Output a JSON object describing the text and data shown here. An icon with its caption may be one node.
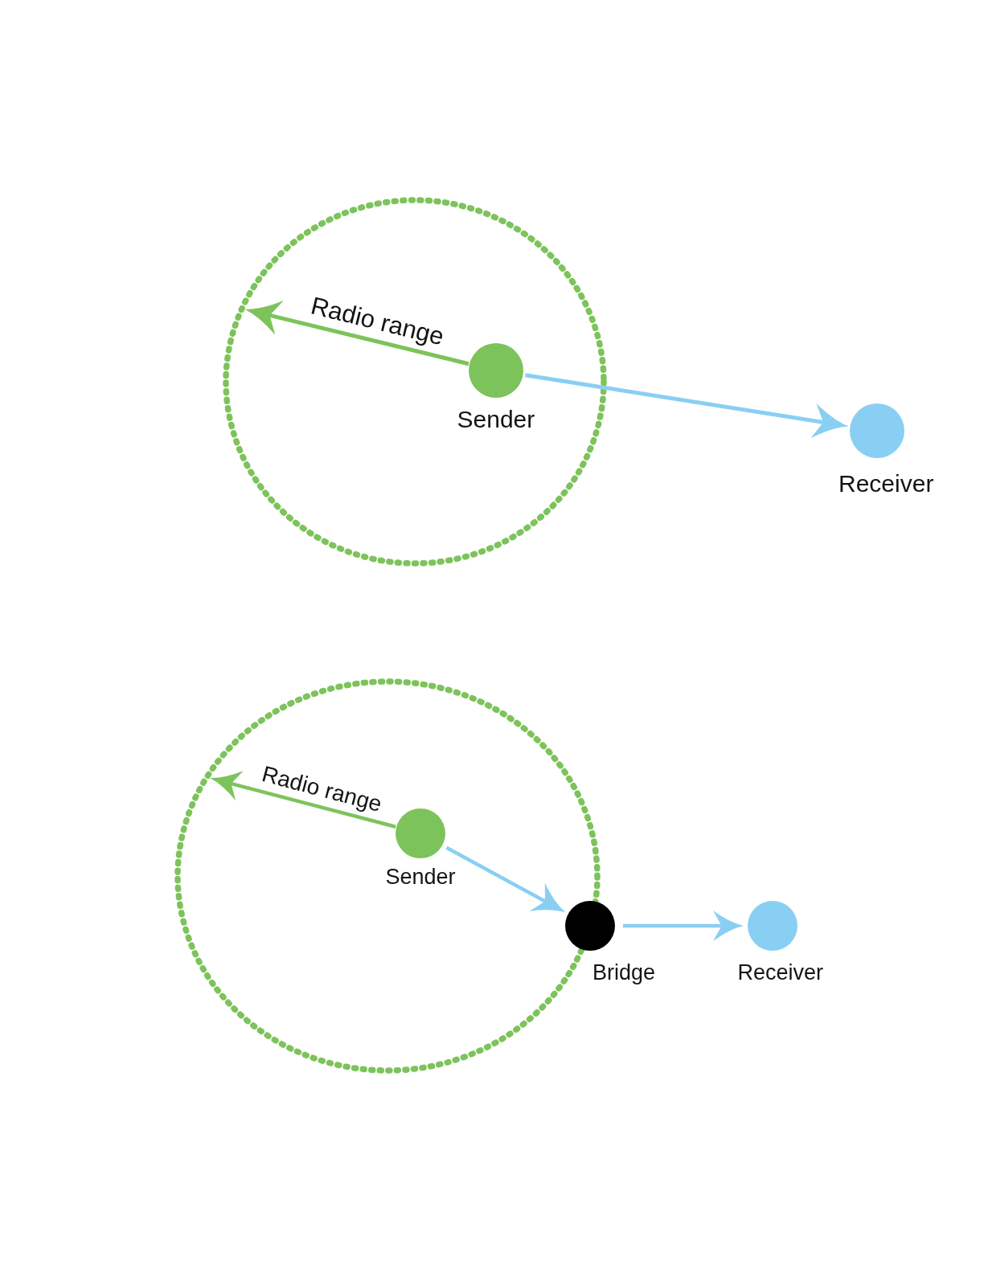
{
  "diagram": {
    "nodes": [
      {
        "text": [],
        "shape": "circle"
      },
      {
        "text": [
          "Sender"
        ],
        "in": 0
      },
      {
        "text": [
          "Receiver"
        ]
      },
      {
        "text": [],
        "shape": "circle"
      },
      {
        "text": [
          "Sender"
        ],
        "in": 3
      },
      {
        "text": [
          "Bridge"
        ]
      },
      {
        "text": [
          "Receiver"
        ]
      }
    ],
    "edges": [
      {
        "from": 1,
        "to": 0,
        "arrow": "to",
        "label": "Radio range",
        "color": "#7dc35b"
      },
      {
        "from": 1,
        "to": 2,
        "arrow": "to"
      },
      {
        "from": 4,
        "to": 3,
        "arrow": "to",
        "label": "Radio range",
        "color": "#7dc35b"
      },
      {
        "from": 4,
        "to": 5,
        "arrow": "to"
      },
      {
        "from": 5,
        "to": 6,
        "arrow": "to"
      }
    ]
  }
}
